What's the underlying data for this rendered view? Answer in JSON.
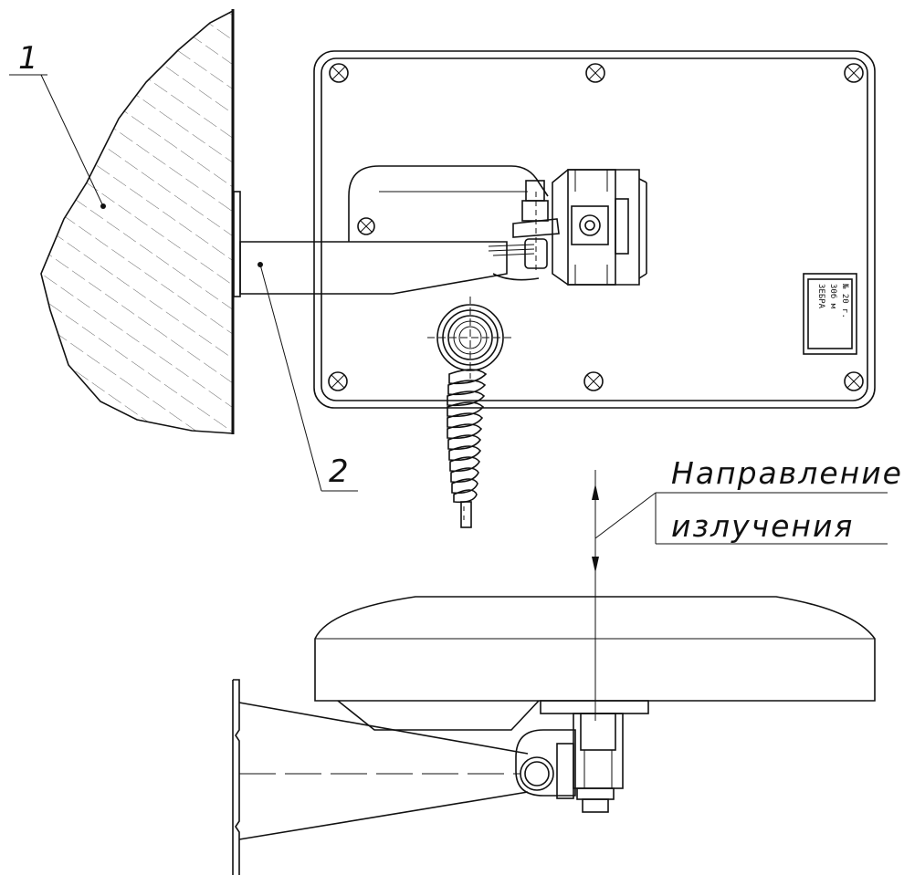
{
  "labels": {
    "callout_1": "1",
    "callout_2": "2",
    "direction_line1": "Направление",
    "direction_line2": "излучения"
  },
  "nameplate": {
    "line1": "ЗЕБРА",
    "line2": "30б м",
    "line3": "№ 20 г."
  }
}
